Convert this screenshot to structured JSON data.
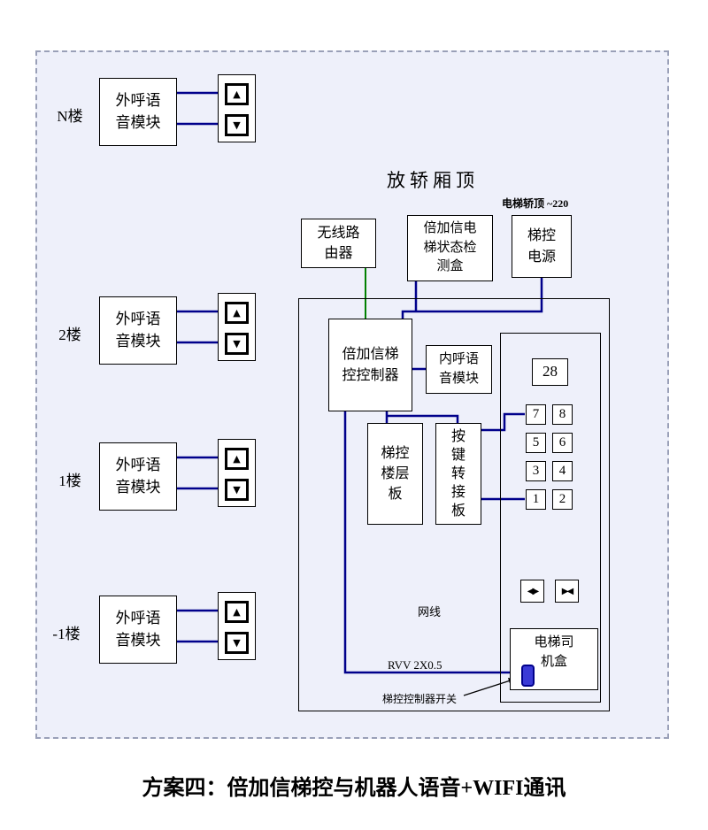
{
  "scheme_title": "方案四：倍加信梯控与机器人语音+WIFI通讯",
  "car_top_label": "放轿厢顶",
  "car_top_power_note": "电梯轿顶 ~220",
  "icons": {
    "up_arrow": "▲",
    "down_arrow": "▼",
    "door_open": "◀▶",
    "door_close": "▶◀"
  },
  "floors": [
    {
      "label": "N楼",
      "module_lines": [
        "外呼语",
        "音模块"
      ]
    },
    {
      "label": "2楼",
      "module_lines": [
        "外呼语",
        "音模块"
      ]
    },
    {
      "label": "1楼",
      "module_lines": [
        "外呼语",
        "音模块"
      ]
    },
    {
      "label": "-1楼",
      "module_lines": [
        "外呼语",
        "音模块"
      ]
    }
  ],
  "components": {
    "router_lines": [
      "无线路",
      "由器"
    ],
    "detector_lines": [
      "倍加信电",
      "梯状态检",
      "测盒"
    ],
    "power_lines": [
      "梯控",
      "电源"
    ],
    "controller_lines": [
      "倍加信梯",
      "控控制器"
    ],
    "cabin_voice_lines": [
      "内呼语",
      "音模块"
    ],
    "floor_board_lines": [
      "梯控",
      "楼层",
      "板"
    ],
    "key_adapter_lines": [
      "按",
      "键",
      "转",
      "接",
      "板"
    ],
    "driver_box_lines": [
      "电梯司",
      "机盒"
    ]
  },
  "panel": {
    "floor_display": "28",
    "rows": [
      [
        "7",
        "8"
      ],
      [
        "5",
        "6"
      ],
      [
        "3",
        "4"
      ],
      [
        "1",
        "2"
      ]
    ]
  },
  "wire_labels": {
    "network": "网线",
    "rvv": "RVV 2X0.5",
    "switch": "梯控控制器开关"
  },
  "colors": {
    "wire_blue": "#00008b",
    "wire_green": "#008000",
    "canvas_bg": "#eef0fa",
    "switch_blue": "#3a3ad6"
  }
}
